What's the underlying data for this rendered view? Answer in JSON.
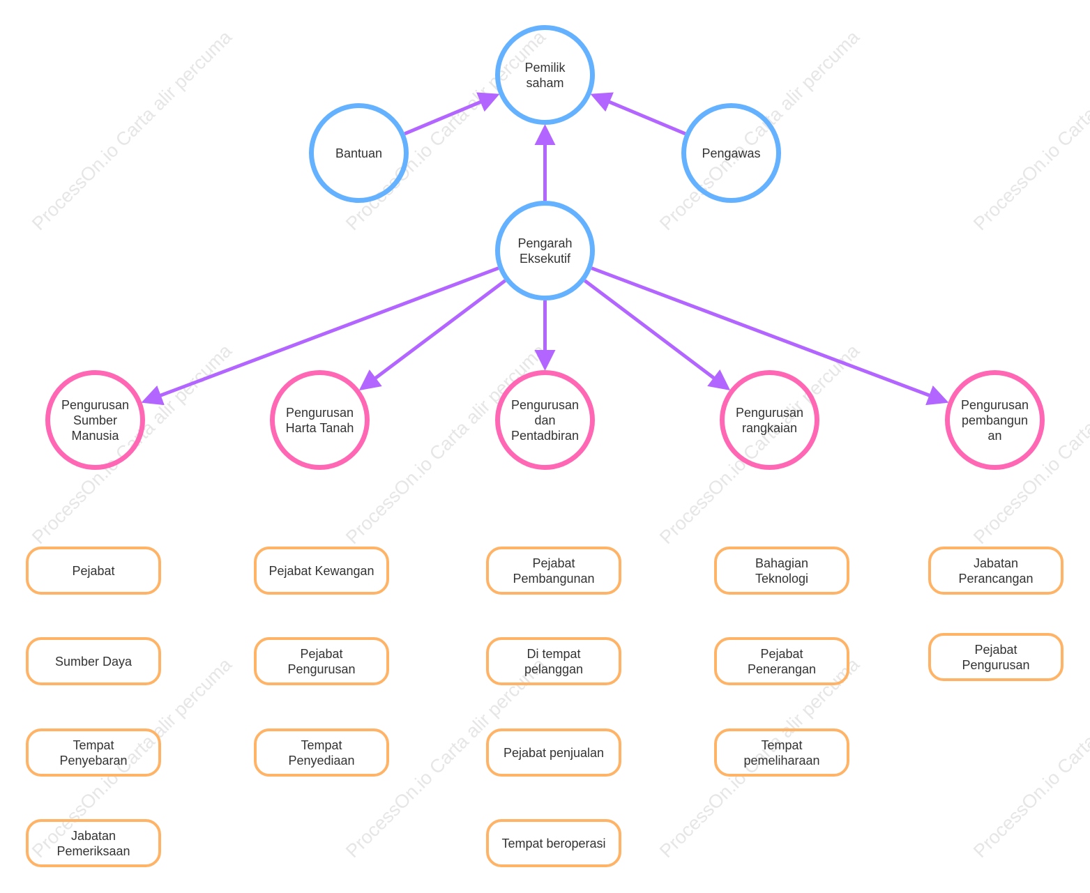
{
  "watermark": "ProcessOn.io Carta alir percuma",
  "colors": {
    "top": "#64b1ff",
    "department": "#ff66b3",
    "unit": "#ffb366",
    "edge": "#b366ff",
    "watermark": "#e6e6e6"
  },
  "nodes": {
    "pemilik_saham": "Pemilik\nsaham",
    "bantuan": "Bantuan",
    "pengawas": "Pengawas",
    "pengarah_eksekutif": "Pengarah\nEksekutif",
    "dept_sumber_manusia": "Pengurusan\nSumber\nManusia",
    "dept_harta_tanah": "Pengurusan\nHarta Tanah",
    "dept_pentadbiran": "Pengurusan\ndan\nPentadbiran",
    "dept_rangkaian": "Pengurusan\nrangkaian",
    "dept_pembangunan": "Pengurusan\npembangun\nan"
  },
  "units": {
    "col1": [
      "Pejabat",
      "Sumber Daya",
      "Tempat\nPenyebaran",
      "Jabatan\nPemeriksaan"
    ],
    "col2": [
      "Pejabat Kewangan",
      "Pejabat\nPengurusan",
      "Tempat\nPenyediaan"
    ],
    "col3": [
      "Pejabat\nPembangunan",
      "Di tempat\npelanggan",
      "Pejabat penjualan",
      "Tempat beroperasi"
    ],
    "col4": [
      "Bahagian\nTeknologi",
      "Pejabat\nPenerangan",
      "Tempat\npemeliharaan"
    ],
    "col5": [
      "Jabatan\nPerancangan",
      "Pejabat\nPengurusan"
    ]
  },
  "edges": [
    {
      "from": "bantuan",
      "to": "pemilik_saham"
    },
    {
      "from": "pengawas",
      "to": "pemilik_saham"
    },
    {
      "from": "pengarah_eksekutif",
      "to": "pemilik_saham"
    },
    {
      "from": "pengarah_eksekutif",
      "to": "dept_sumber_manusia"
    },
    {
      "from": "pengarah_eksekutif",
      "to": "dept_harta_tanah"
    },
    {
      "from": "pengarah_eksekutif",
      "to": "dept_pentadbiran"
    },
    {
      "from": "pengarah_eksekutif",
      "to": "dept_rangkaian"
    },
    {
      "from": "pengarah_eksekutif",
      "to": "dept_pembangunan"
    }
  ]
}
